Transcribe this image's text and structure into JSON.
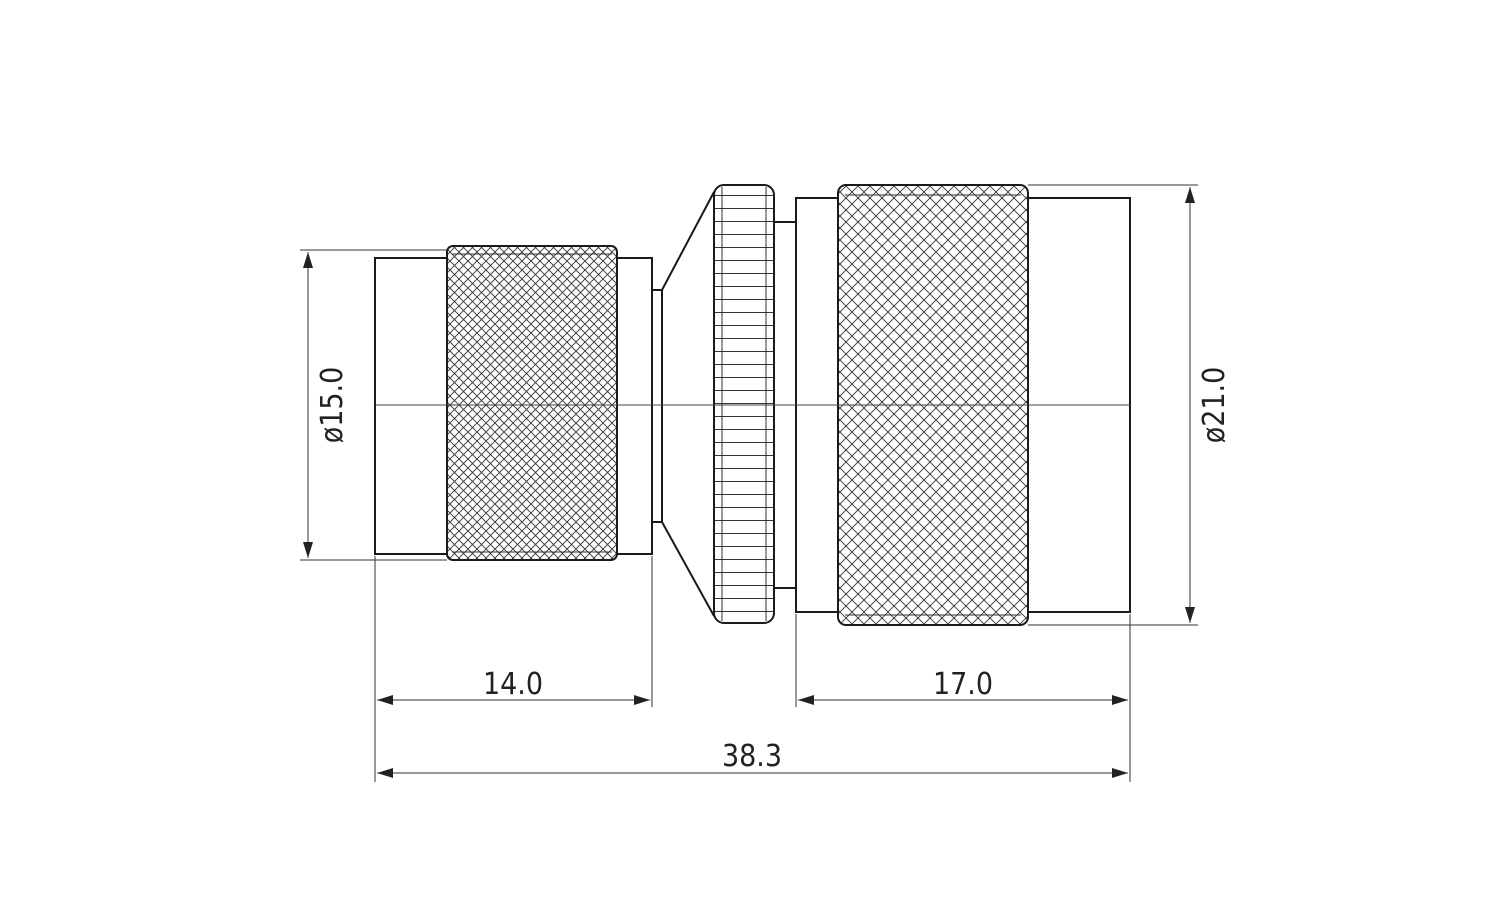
{
  "dimensions": {
    "left_diameter": "ø15.0",
    "right_diameter": "ø21.0",
    "left_length": "14.0",
    "right_length": "17.0",
    "total_length": "38.3"
  },
  "colors": {
    "line": "#1a1a1a",
    "background": "#ffffff"
  }
}
